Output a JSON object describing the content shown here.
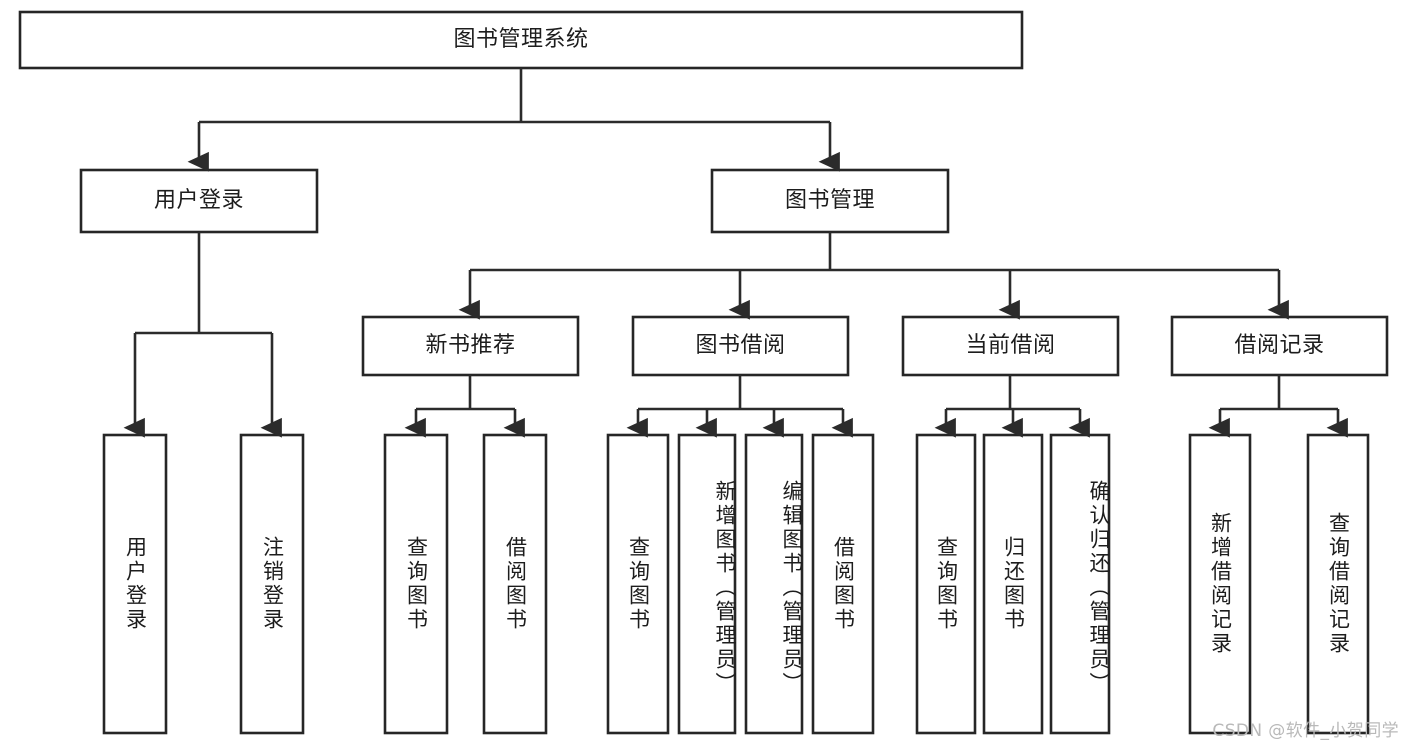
{
  "diagram": {
    "type": "tree-hierarchy",
    "title": "图书管理系统",
    "root": {
      "id": "root",
      "label": "图书管理系统",
      "orientation": "horizontal"
    },
    "level2": [
      {
        "id": "user-login",
        "label": "用户登录",
        "orientation": "horizontal"
      },
      {
        "id": "book-management",
        "label": "图书管理",
        "orientation": "horizontal"
      }
    ],
    "level3": [
      {
        "id": "new-book-recommend",
        "label": "新书推荐",
        "orientation": "horizontal",
        "parent": "book-management"
      },
      {
        "id": "book-borrow",
        "label": "图书借阅",
        "orientation": "horizontal",
        "parent": "book-management"
      },
      {
        "id": "current-borrow",
        "label": "当前借阅",
        "orientation": "horizontal",
        "parent": "book-management"
      },
      {
        "id": "borrow-record",
        "label": "借阅记录",
        "orientation": "horizontal",
        "parent": "book-management"
      }
    ],
    "leaves": [
      {
        "id": "leaf-user-login",
        "label": "用户登录",
        "orientation": "vertical",
        "parent": "user-login"
      },
      {
        "id": "leaf-user-logout",
        "label": "注销登录",
        "orientation": "vertical",
        "parent": "user-login"
      },
      {
        "id": "leaf-query-book-1",
        "label": "查询图书",
        "orientation": "vertical",
        "parent": "new-book-recommend"
      },
      {
        "id": "leaf-borrow-book-1",
        "label": "借阅图书",
        "orientation": "vertical",
        "parent": "new-book-recommend"
      },
      {
        "id": "leaf-query-book-2",
        "label": "查询图书",
        "orientation": "vertical",
        "parent": "book-borrow"
      },
      {
        "id": "leaf-add-book",
        "label": "新增图书（管理员）",
        "orientation": "vertical",
        "parent": "book-borrow"
      },
      {
        "id": "leaf-edit-book",
        "label": "编辑图书（管理员）",
        "orientation": "vertical",
        "parent": "book-borrow"
      },
      {
        "id": "leaf-borrow-book-2",
        "label": "借阅图书",
        "orientation": "vertical",
        "parent": "book-borrow"
      },
      {
        "id": "leaf-query-book-3",
        "label": "查询图书",
        "orientation": "vertical",
        "parent": "current-borrow"
      },
      {
        "id": "leaf-return-book",
        "label": "归还图书",
        "orientation": "vertical",
        "parent": "current-borrow"
      },
      {
        "id": "leaf-confirm-return",
        "label": "确认归还（管理员）",
        "orientation": "vertical",
        "parent": "current-borrow"
      },
      {
        "id": "leaf-add-record",
        "label": "新增借阅记录",
        "orientation": "vertical",
        "parent": "borrow-record"
      },
      {
        "id": "leaf-query-record",
        "label": "查询借阅记录",
        "orientation": "vertical",
        "parent": "borrow-record"
      }
    ]
  },
  "watermark": {
    "text": "CSDN @软件_小贺同学"
  },
  "colors": {
    "background": "#ffffff",
    "box_stroke": "#262626",
    "connector": "#2b2b2b",
    "text": "#1d1d1d",
    "watermark": "#b9b9b9"
  }
}
